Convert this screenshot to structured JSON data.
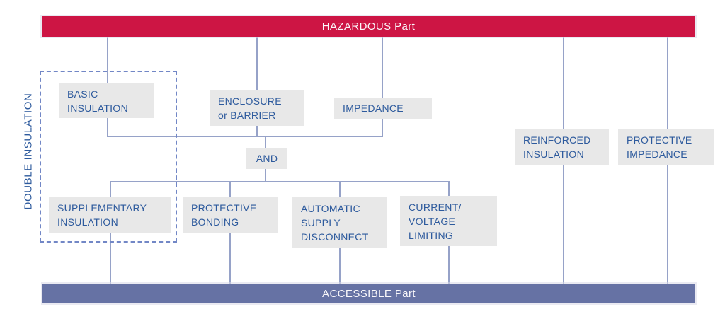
{
  "diagram": {
    "top_bar": {
      "label": "HAZARDOUS Part"
    },
    "bottom_bar": {
      "label": "ACCESSIBLE Part"
    },
    "group_label": "DOUBLE INSULATION",
    "nodes": {
      "basic_insulation": {
        "label": "BASIC\nINSULATION"
      },
      "enclosure_barrier": {
        "label": "ENCLOSURE\nor BARRIER"
      },
      "impedance": {
        "label": "IMPEDANCE"
      },
      "and_gate": {
        "label": "AND"
      },
      "supplementary_insulation": {
        "label": "SUPPLEMENTARY\nINSULATION"
      },
      "protective_bonding": {
        "label": "PROTECTIVE\nBONDING"
      },
      "automatic_supply_disconnect": {
        "label": "AUTOMATIC\nSUPPLY\nDISCONNECT"
      },
      "current_voltage_limiting": {
        "label": "CURRENT/\nVOLTAGE\nLIMITING"
      },
      "reinforced_insulation": {
        "label": "REINFORCED\nINSULATION"
      },
      "protective_impedance": {
        "label": "PROTECTIVE\nIMPEDANCE"
      }
    }
  },
  "colors": {
    "bar_red": "#cd1544",
    "bar_slate": "#6672a4",
    "node_bg": "#e8e8e8",
    "text_blue": "#2d5a9d",
    "line_color": "#96a2c8",
    "dash_color": "#7287c6",
    "bar_text": "#faf8fb"
  }
}
